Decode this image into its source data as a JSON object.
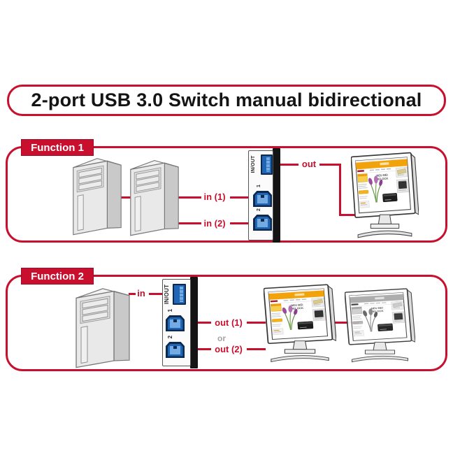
{
  "title": "2-port USB 3.0 Switch manual bidirectional",
  "colors": {
    "accent_red": "#C8102E",
    "usb_blue": "#2166B4",
    "usb_navy": "#0C2950",
    "webpage_orange": "#F2A30B",
    "or_gray": "#A5A5A5"
  },
  "switch_ports": {
    "inout": "IN/OUT",
    "port1": "1",
    "port2": "2"
  },
  "function1": {
    "label": "Function 1",
    "in1_label": "in (1)",
    "in2_label": "in (2)",
    "out_label": "out"
  },
  "function2": {
    "label": "Function 2",
    "in_label": "in",
    "out1_label": "out (1)",
    "or_label": "or",
    "out2_label": "out (2)"
  },
  "monitor_page": {
    "headline_line1": "NEU BEI",
    "headline_line2": "DELOCK"
  }
}
